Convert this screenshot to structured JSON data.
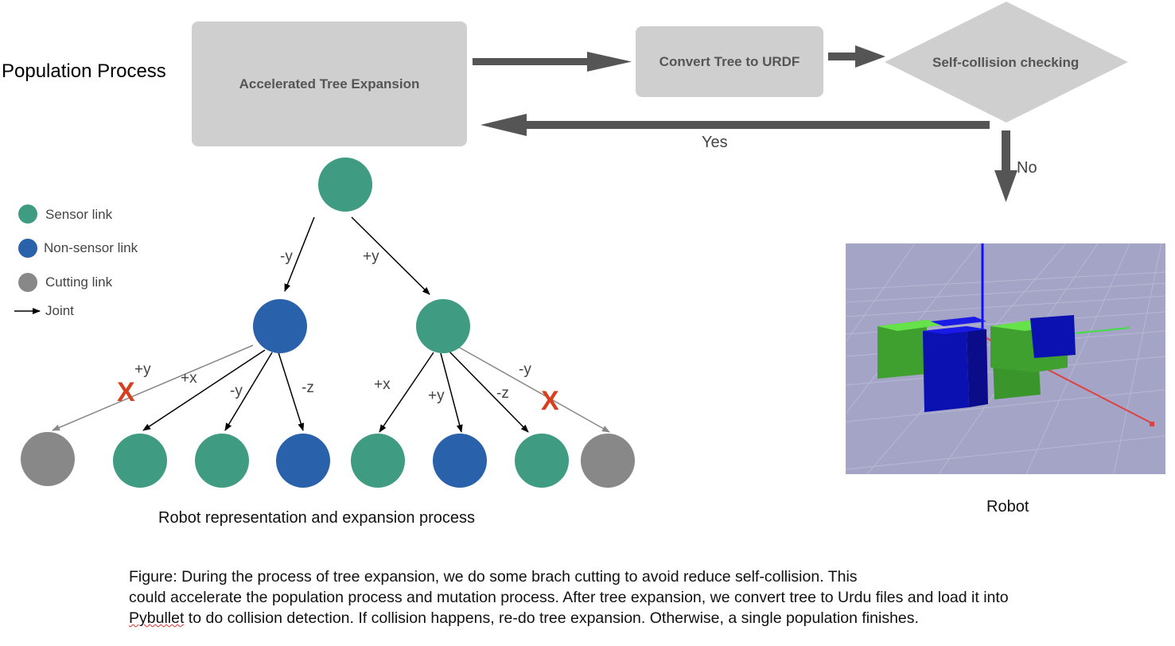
{
  "title": "Population Process",
  "flow": {
    "box1": "Accelerated Tree Expansion",
    "box2": "Convert Tree to URDF",
    "decision": "Self-collision checking",
    "yes_label": "Yes",
    "no_label": "No"
  },
  "legend": {
    "sensor": "Sensor link",
    "non_sensor": "Non-sensor link",
    "cutting": "Cutting link",
    "joint": "Joint"
  },
  "colors": {
    "sensor": "#3f9c82",
    "non_sensor": "#2a61ab",
    "cutting": "#888888",
    "cut_mark": "#d7401f",
    "flow_box": "#cfcfcf",
    "flow_arrow": "#555555"
  },
  "tree": {
    "edges_left": [
      "-y",
      "+y"
    ],
    "left_child_edges": [
      "+y",
      "+x",
      "-y",
      "-z"
    ],
    "right_child_edges": [
      "+x",
      "+y",
      "-z",
      "-y"
    ],
    "cut_mark": "X"
  },
  "captions": {
    "tree": "Robot representation and expansion process",
    "robot": "Robot"
  },
  "figure_text": {
    "line1": "Figure: During the process of tree expansion, we do some brach cutting to avoid reduce self-collision. This",
    "line2": "could accelerate the population process and mutation process. After tree expansion, we convert tree to Urdu files and load it into",
    "line3_word": "Pybullet",
    "line3_rest": " to do collision detection. If collision happens, re-do tree expansion. Otherwise, a single population finishes."
  }
}
